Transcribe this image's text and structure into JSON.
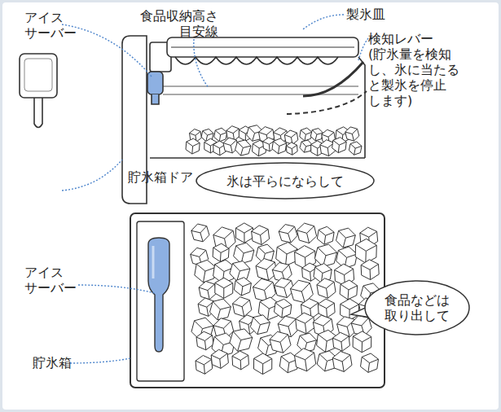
{
  "diagram": {
    "nodes": [
      {
        "text": [
          "氷は平らにならして"
        ]
      },
      {
        "text": [
          "食品などは 取り出して"
        ]
      }
    ],
    "labels": [
      "アイス サーバー",
      "食品収納高さ 目安線",
      "製氷皿",
      "検知レバー (貯氷量を検知 し、氷に当たる と製氷を停止 します)",
      "貯氷箱ドア",
      "アイス サーバー",
      "貯氷箱"
    ]
  }
}
